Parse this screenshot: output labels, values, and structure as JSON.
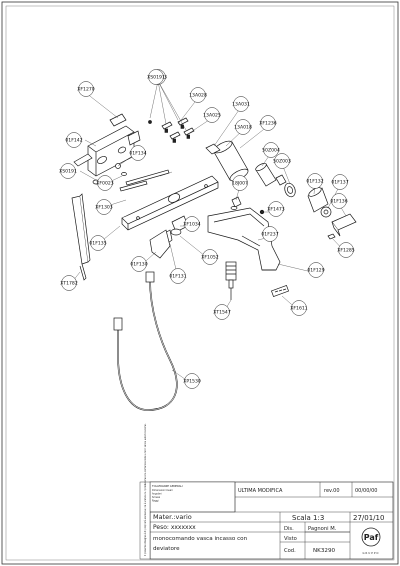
{
  "callouts": [
    "XS0973",
    "13A028",
    "13A025",
    "13A031",
    "XF1270",
    "01F142",
    "XF1236",
    "13A018",
    "01F134",
    "XS0191",
    "XS0191",
    "50Z004",
    "50Z003",
    "XF0023",
    "18J007",
    "01F132",
    "01F137",
    "XF1303",
    "XF1473",
    "01F136",
    "XF1034",
    "01F237",
    "01F135",
    "XF1285",
    "XF1052",
    "01F130",
    "01F131",
    "01F129",
    "XT1782",
    "XT1547",
    "XF1611",
    "XP1530"
  ],
  "title_block": {
    "revision_label": "ULTIMA MODIFICA",
    "revision": "rev.00",
    "revision_date": "00/00/00",
    "material": "Mater.:vario",
    "scale": "Scala 1:3",
    "date": "27/01/10",
    "weight": "Peso: xxxxxxx",
    "drawn_label": "Dis.",
    "drawn_by": "Pagnoni M.",
    "checked_label": "Visto",
    "description_line1": "monocomando vasca incasso con",
    "description_line2": "deviatore",
    "code_label": "Cod.",
    "code": "NK3290",
    "logo": "Paf",
    "logo_sub": "GRUPPO",
    "tolerance_header": "TOLLERANZE GENERALI",
    "tolerance_lines": [
      "Dimensioni lineari",
      "Angolari",
      "Smussi",
      "Raggi"
    ],
    "legal_note": "Il presente disegno è di proprietà esclusiva; ne è vietata la riproduzione o la comunicazione a terzi senza autorizzazione."
  }
}
